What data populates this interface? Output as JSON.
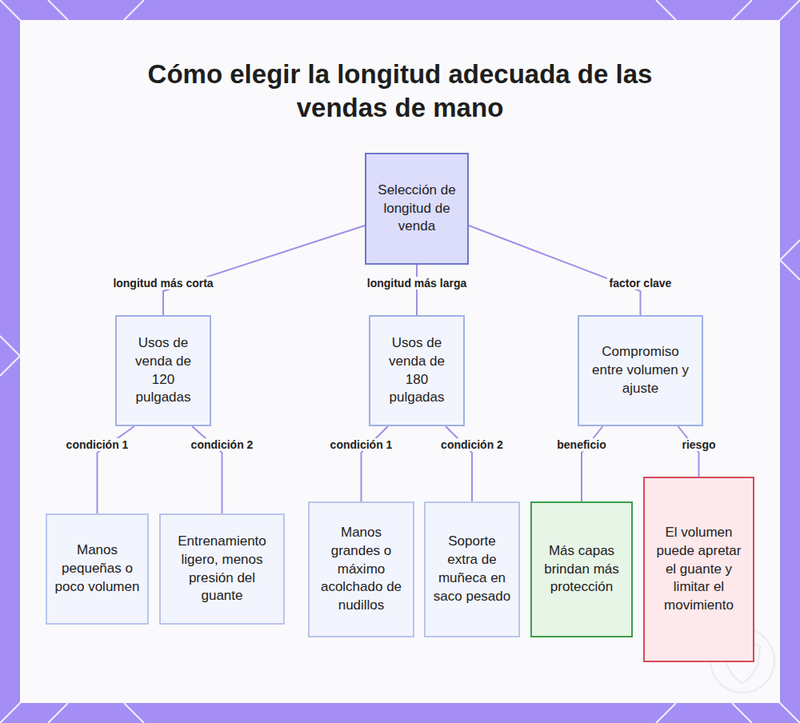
{
  "diagram": {
    "title": "Cómo elegir la longitud adecuada de las vendas de mano",
    "nodes": [
      {
        "text": [
          "Selección de longitud de venda"
        ]
      },
      {
        "text": [
          "Usos de venda de 120 pulgadas"
        ]
      },
      {
        "text": [
          "Usos de venda de 180 pulgadas"
        ]
      },
      {
        "text": [
          "Compromiso entre volumen y ajuste"
        ]
      },
      {
        "text": [
          "Manos pequeñas o poco volumen"
        ]
      },
      {
        "text": [
          "Entrenamiento ligero, menos presión del guante"
        ]
      },
      {
        "text": [
          "Manos grandes o máximo acolchado de nudillos"
        ]
      },
      {
        "text": [
          "Soporte extra de muñeca en saco pesado"
        ]
      },
      {
        "text": [
          "Más capas brindan más protección"
        ]
      },
      {
        "text": [
          "El volumen puede apretar el guante y limitar el movimiento"
        ]
      }
    ],
    "edges": [
      {
        "from": 0,
        "to": 1,
        "label": "longitud más corta",
        "arrow": "none"
      },
      {
        "from": 0,
        "to": 2,
        "label": "longitud más larga",
        "arrow": "none"
      },
      {
        "from": 0,
        "to": 3,
        "label": "factor clave",
        "arrow": "none"
      },
      {
        "from": 1,
        "to": 4,
        "label": "condición 1",
        "arrow": "none"
      },
      {
        "from": 1,
        "to": 5,
        "label": "condición 2",
        "arrow": "none"
      },
      {
        "from": 2,
        "to": 6,
        "label": "condición 1",
        "arrow": "none"
      },
      {
        "from": 2,
        "to": 7,
        "label": "condición 2",
        "arrow": "none"
      },
      {
        "from": 3,
        "to": 8,
        "label": "beneficio",
        "arrow": "none"
      },
      {
        "from": 3,
        "to": 9,
        "label": "riesgo",
        "arrow": "none"
      }
    ]
  }
}
